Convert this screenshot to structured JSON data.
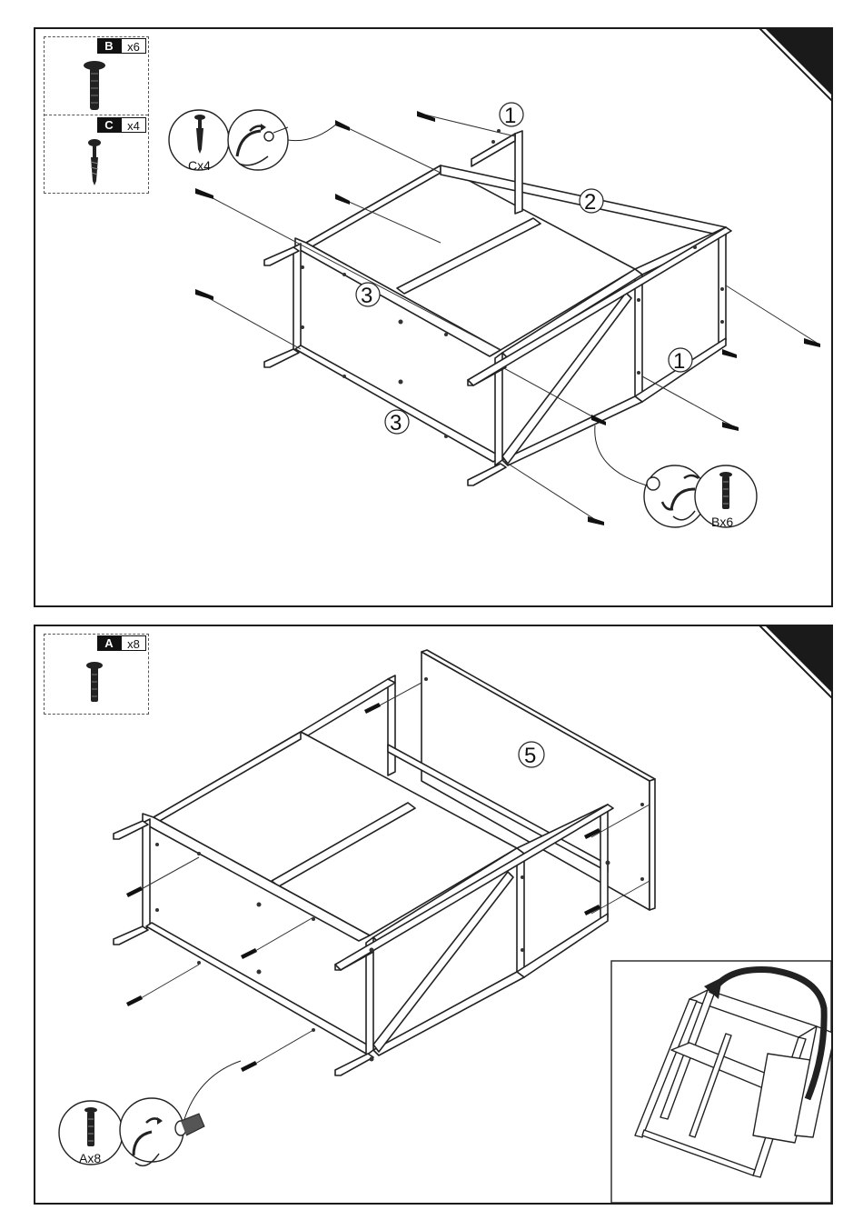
{
  "step1": {
    "parts": [
      {
        "letter": "B",
        "qty": "x6"
      },
      {
        "letter": "C",
        "qty": "x4"
      }
    ],
    "callouts": {
      "c_screw": "Cx4",
      "b_screw": "Bx6"
    },
    "part_numbers": {
      "side_top": "1",
      "side_bottom": "1",
      "rail_back": "2",
      "rail_front_top": "3",
      "rail_front_bottom": "3"
    }
  },
  "step2": {
    "parts": [
      {
        "letter": "A",
        "qty": "x8"
      }
    ],
    "callouts": {
      "a_screw": "Ax8"
    },
    "part_numbers": {
      "back_panel": "5"
    }
  }
}
